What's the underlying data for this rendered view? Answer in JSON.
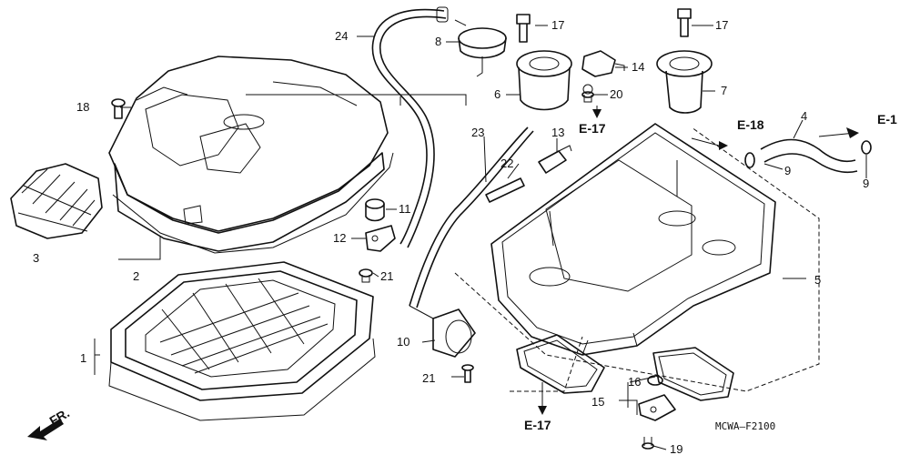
{
  "callouts": {
    "c1": "1",
    "c2": "2",
    "c3": "3",
    "c4": "4",
    "c5": "5",
    "c6": "6",
    "c7": "7",
    "c8": "8",
    "c9a": "9",
    "c9b": "9",
    "c10": "10",
    "c11": "11",
    "c12": "12",
    "c13": "13",
    "c14": "14",
    "c15": "15",
    "c16": "16",
    "c17a": "17",
    "c17b": "17",
    "c18": "18",
    "c19": "19",
    "c20": "20",
    "c21a": "21",
    "c21b": "21",
    "c22": "22",
    "c23": "23",
    "c24": "24"
  },
  "references": {
    "e17_top": "E-17",
    "e17_bottom": "E-17",
    "e18": "E-18",
    "e1": "E-1"
  },
  "front_arrow": "FR.",
  "diagram_code": "MCWA—F2100"
}
